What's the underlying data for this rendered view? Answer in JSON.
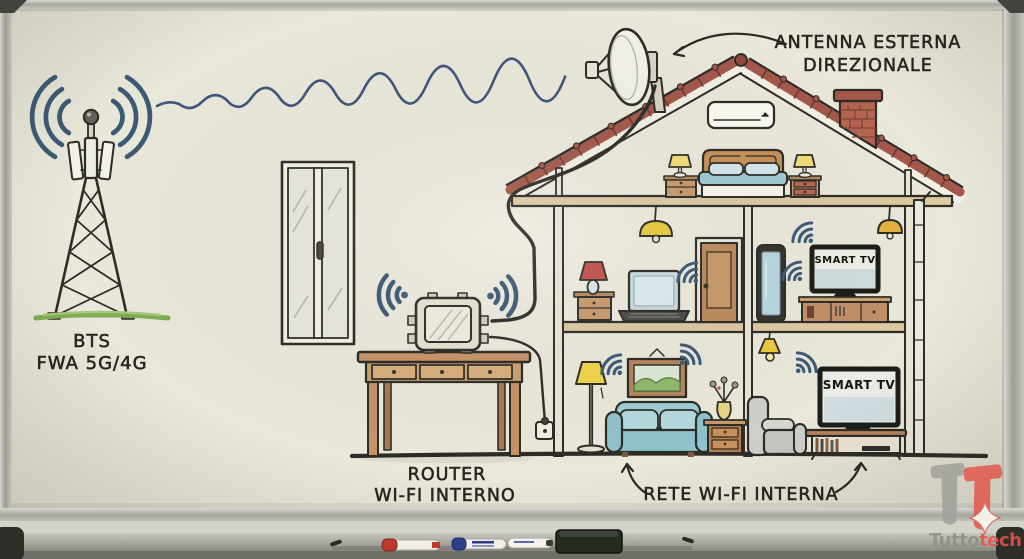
{
  "labels": {
    "antenna": {
      "line1": "ANTENNA ESTERNA",
      "line2": "DIREZIONALE"
    },
    "bts": {
      "line1": "BTS",
      "line2": "FWA 5G/4G"
    },
    "router": {
      "line1": "ROUTER",
      "line2": "WI-FI INTERNO"
    },
    "internal_network": "RETE WI-FI INTERNA",
    "smart_tv_middle": "SMART TV",
    "smart_tv_ground": "SMART TV"
  },
  "watermark": {
    "brand_part1": "Tutto",
    "brand_part2": "tech",
    "part1_color": "#8f8f89",
    "part2_color": "#e2564d"
  },
  "whiteboard": {
    "surface_color": "#e9e7d9",
    "frame_color": "#b2b1a9",
    "tray_items": [
      "red-marker",
      "blue-marker",
      "striped-marker",
      "eraser"
    ]
  },
  "scene": {
    "icons": [
      "cell-tower-icon",
      "radio-wave-icon",
      "window-icon",
      "parabolic-antenna-icon",
      "house-cutaway-icon",
      "roof-tiles-icon",
      "chimney-icon",
      "air-conditioner-icon",
      "double-bed-icon",
      "nightstand-icon",
      "table-lamp-icon",
      "ceiling-lamp-icon",
      "laptop-icon",
      "door-icon",
      "smartphone-icon",
      "smart-tv-icon",
      "tv-console-icon",
      "floor-lamp-icon",
      "framed-picture-icon",
      "sofa-icon",
      "vase-flowers-icon",
      "armchair-icon",
      "pendant-lamp-icon",
      "wifi-router-icon",
      "wooden-table-icon",
      "power-outlet-icon",
      "wifi-waves-icon",
      "grass-icon",
      "downspout-icon"
    ],
    "colors": {
      "ink": "#2e2c27",
      "wifi_blue": "#3d5a75",
      "wave_blue": "#3e567c",
      "roof_red": "#a3584a",
      "wood_tan": "#c79a6b",
      "sofa_teal": "#8fc3cb",
      "lamp_yellow": "#eccf4e",
      "grass_green": "#7fae52",
      "red_accent": "#c0504a"
    }
  }
}
